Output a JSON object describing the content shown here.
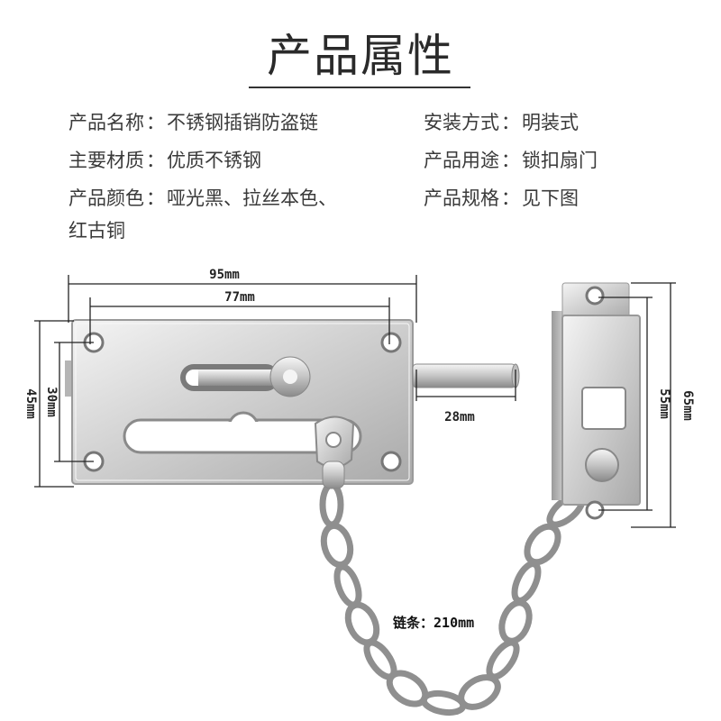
{
  "title": "产品属性",
  "specs": {
    "name": {
      "label": "产品名称",
      "value": "不锈钢插销防盗链"
    },
    "install": {
      "label": "安装方式",
      "value": "明装式"
    },
    "material": {
      "label": "主要材质",
      "value": "优质不锈钢"
    },
    "usage": {
      "label": "产品用途",
      "value": "锁扣扇门"
    },
    "color": {
      "label": "产品颜色",
      "value": "哑光黑、拉丝本色、",
      "value_line2": "红古铜"
    },
    "size": {
      "label": "产品规格",
      "value": "见下图"
    }
  },
  "separator": "：",
  "dimensions": {
    "width_total": "95mm",
    "hole_spacing_w": "77mm",
    "height_total": "45mm",
    "hole_spacing_h": "30mm",
    "bolt_length": "28mm",
    "keeper_height": "65mm",
    "keeper_hole_spacing": "55mm",
    "chain_label": "链条：",
    "chain_length": "210mm"
  },
  "colors": {
    "steel_light": "#e8e8e8",
    "steel_mid": "#c9c9c9",
    "steel_dark": "#8e8e8e",
    "line": "#222222"
  }
}
